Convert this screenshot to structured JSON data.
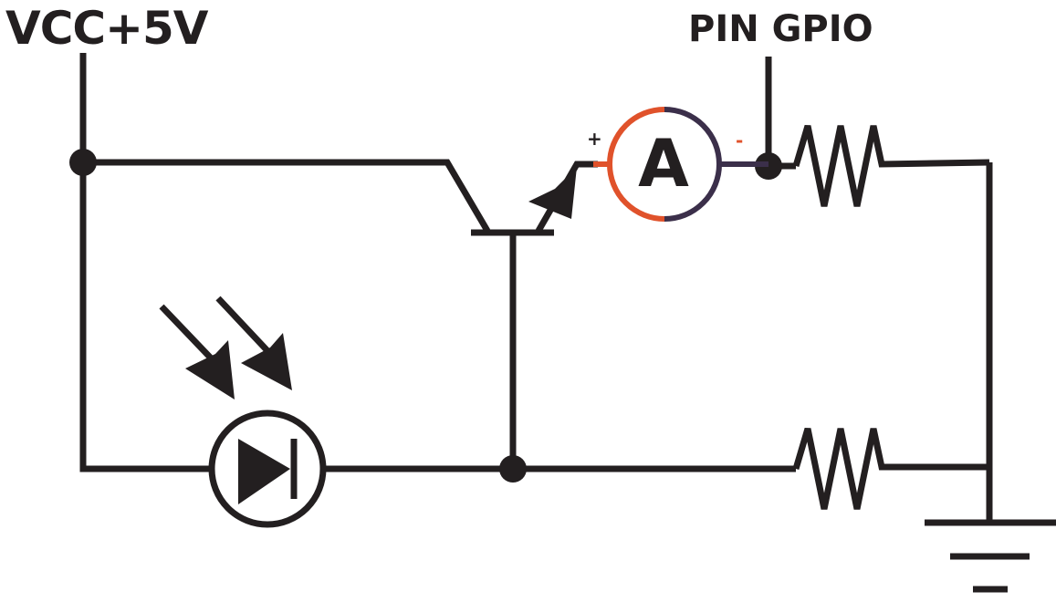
{
  "labels": {
    "supply": "VCC+5V",
    "gpio": "PIN GPIO",
    "ammeter": "A",
    "ammeter_plus": "+",
    "ammeter_minus": "-"
  },
  "colors": {
    "wire": "#231f20",
    "ammeter_positive": "#e0522b",
    "ammeter_negative": "#3b2f4a",
    "background": "#ffffff"
  },
  "components": [
    "supply-terminal",
    "gpio-terminal",
    "npn-transistor",
    "ammeter",
    "photodiode",
    "resistor-top",
    "resistor-bottom",
    "ground"
  ]
}
